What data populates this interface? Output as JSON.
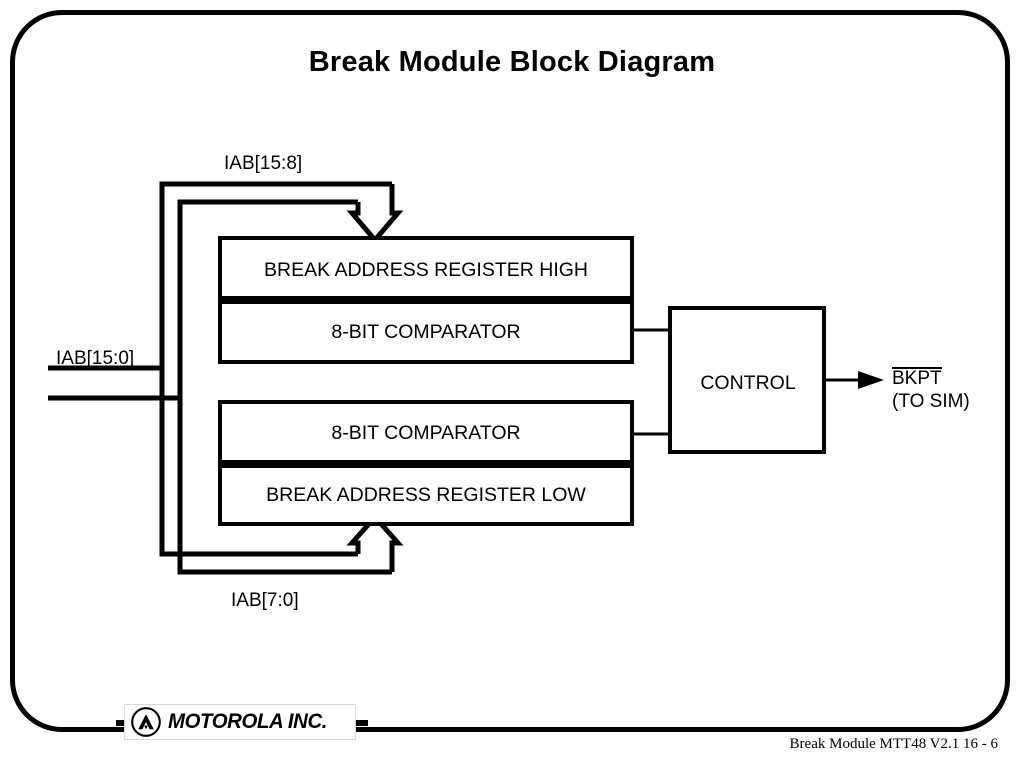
{
  "slide": {
    "title": "Break Module Block Diagram",
    "footer": "Break Module MTT48  V2.1  16 - 6",
    "logo": {
      "mark": "motorola-batwing-icon",
      "text": "MOTOROLA INC."
    },
    "colors": {
      "stroke": "#000000",
      "background": "#ffffff",
      "text": "#000000"
    }
  },
  "diagram": {
    "type": "block-diagram",
    "bus_labels": {
      "input_bus": "IAB[15:0]",
      "high_byte": "IAB[15:8]",
      "low_byte": "IAB[7:0]"
    },
    "blocks": [
      {
        "id": "break-address-register-high",
        "label": "BREAK ADDRESS REGISTER HIGH"
      },
      {
        "id": "comparator-high",
        "label": "8-BIT COMPARATOR"
      },
      {
        "id": "comparator-low",
        "label": "8-BIT COMPARATOR"
      },
      {
        "id": "break-address-register-low",
        "label": "BREAK ADDRESS REGISTER LOW"
      },
      {
        "id": "control",
        "label": "CONTROL"
      }
    ],
    "output": {
      "signal": "BKPT",
      "signal_active_low": true,
      "destination": "(TO SIM)"
    }
  }
}
